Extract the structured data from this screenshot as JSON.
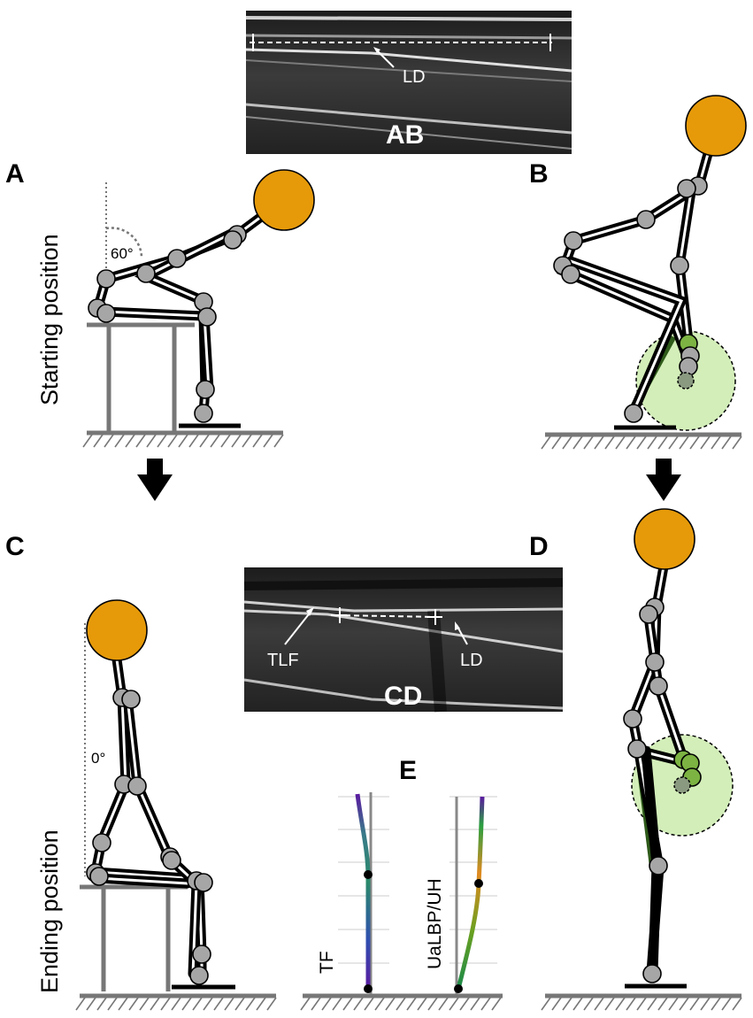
{
  "panels": {
    "a": "A",
    "b": "B",
    "c": "C",
    "d": "D",
    "e": "E"
  },
  "side_labels": {
    "start": "Starting position",
    "end": "Ending position"
  },
  "angles": {
    "start": "60°",
    "end": "0°"
  },
  "ultrasound_top": {
    "tag": "AB",
    "ld": "LD"
  },
  "ultrasound_mid": {
    "tag": "CD",
    "tlf": "TLF",
    "ld": "LD"
  },
  "panel_e": {
    "left_axis": "TF",
    "right_axis": "UaLBP/UH"
  },
  "colors": {
    "head": "#e69a09",
    "joint": "#a6a6a6",
    "highlight_zone": "#c8eaa8",
    "dark_green": "#2e5a1a"
  }
}
